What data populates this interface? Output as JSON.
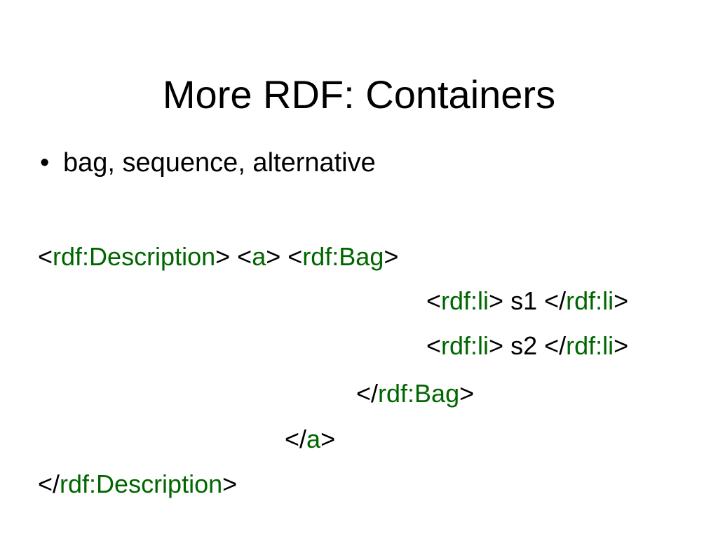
{
  "slide": {
    "title": "More RDF: Containers",
    "bullet": {
      "marker": "•",
      "text": "bag, sequence, alternative"
    },
    "code": {
      "line1": {
        "p1": "<",
        "t1": "rdf:Description",
        "p2": "> <",
        "t2": "a",
        "p3": "> <",
        "t3": "rdf:Bag",
        "p4": ">"
      },
      "line2": {
        "p1": "<",
        "t1": "rdf:li",
        "p2": "> s1 </",
        "t2": "rdf:li",
        "p3": ">"
      },
      "line3": {
        "p1": "<",
        "t1": "rdf:li",
        "p2": "> s2 </",
        "t2": "rdf:li",
        "p3": ">"
      },
      "line4": {
        "p1": "</",
        "t1": "rdf:Bag",
        "p2": ">"
      },
      "line5": {
        "p1": "</",
        "t1": "a",
        "p2": ">"
      },
      "line6": {
        "p1": "</",
        "t1": "rdf:Description",
        "p2": ">"
      }
    },
    "colors": {
      "text": "#000000",
      "tag_name": "#006600",
      "background": "#ffffff"
    }
  }
}
